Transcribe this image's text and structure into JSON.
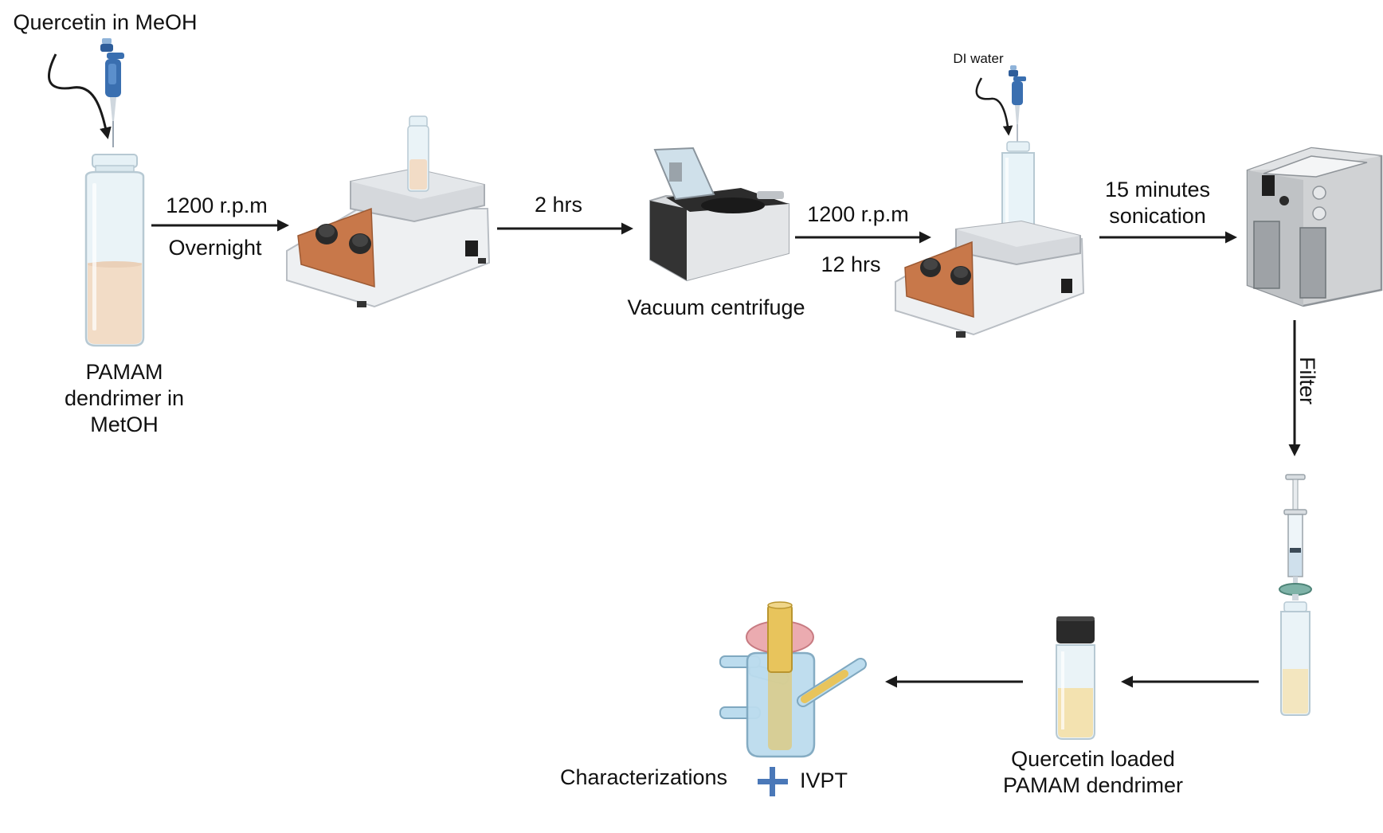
{
  "labels": {
    "quercetin_meoh": "Quercetin in MeOH",
    "pamam_line1": "PAMAM",
    "pamam_line2": "dendrimer in",
    "pamam_line3": "MetOH",
    "step1_speed": "1200 r.p.m",
    "step1_time": "Overnight",
    "step2_time": "2 hrs",
    "vacuum_centrifuge": "Vacuum centrifuge",
    "di_water": "DI water",
    "step3_speed": "1200 r.p.m",
    "step3_time": "12 hrs",
    "sonication_line1": "15 minutes",
    "sonication_line2": "sonication",
    "filter": "Filter",
    "product_line1": "Quercetin loaded",
    "product_line2": "PAMAM dendrimer",
    "characterizations": "Characterizations",
    "ivpt": "IVPT"
  },
  "colors": {
    "arrow": "#1a1a1a",
    "pipette_blue": "#3a6fb0",
    "hotplate_orange": "#c8784a",
    "vial_glass": "#dcecf3",
    "liquid_pamam": "#f2dcc6",
    "liquid_product": "#f3e2b0",
    "plus_blue": "#4a78b8",
    "franz_blue": "#bcdcee",
    "franz_yellow": "#e8c45c",
    "franz_pink": "#e9a3a8"
  },
  "icons": [
    "pipette-icon",
    "vial-icon",
    "hotplate-stirrer-icon",
    "vacuum-centrifuge-icon",
    "sonicator-icon",
    "syringe-filter-icon",
    "capped-vial-icon",
    "franz-cell-icon",
    "plus-icon",
    "arrow-icon"
  ]
}
